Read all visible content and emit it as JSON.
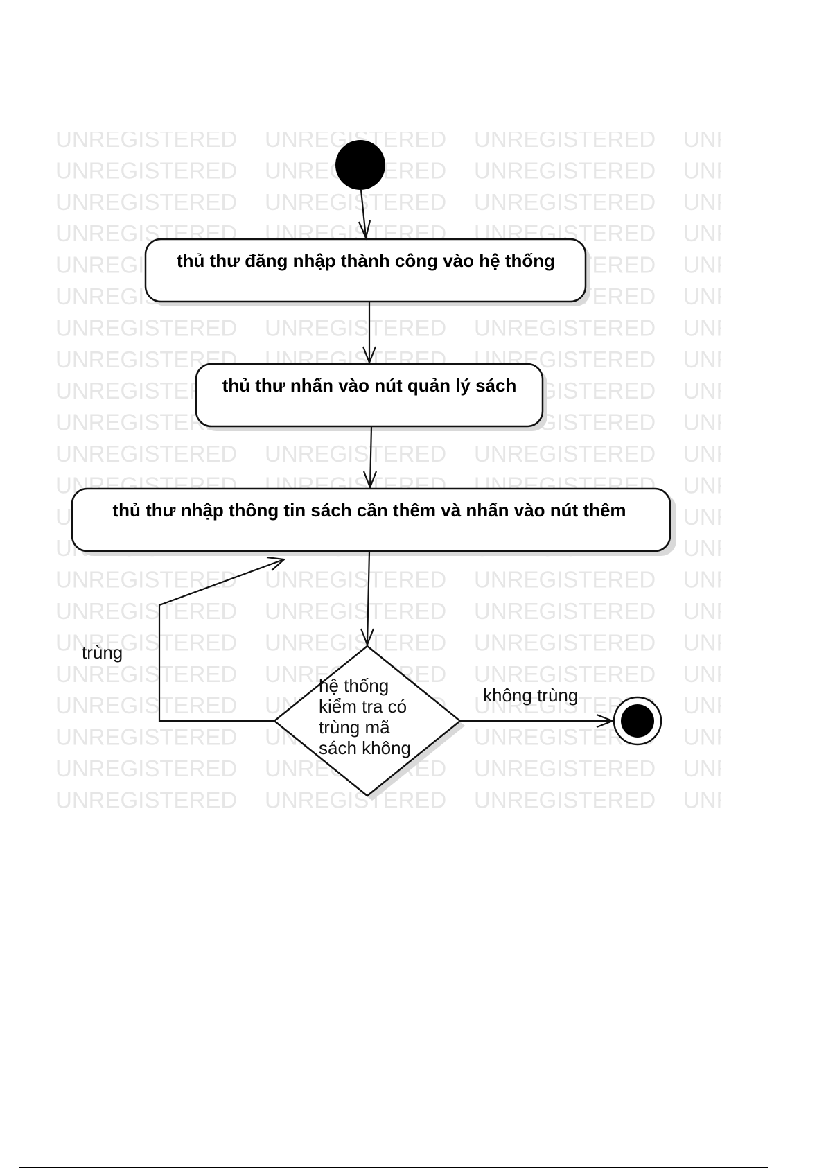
{
  "watermark": {
    "word": "UNREGISTERED",
    "color": "#e6e6e6"
  },
  "nodes": {
    "action_login": "thủ thư đăng nhập thành công vào hệ thống",
    "action_click_manage": "thủ thư nhấn vào nút quản lý sách",
    "action_input": "thủ thư nhập thông tin sách cần thêm và nhấn vào nút thêm",
    "decision_lines": [
      "hệ thống",
      "kiểm tra có",
      "trùng mã",
      "sách không"
    ]
  },
  "guards": {
    "duplicate": "trùng",
    "not_duplicate": "không trùng"
  },
  "colors": {
    "stroke": "#111111",
    "fill": "#ffffff",
    "shadow": "#d9d9d9"
  }
}
